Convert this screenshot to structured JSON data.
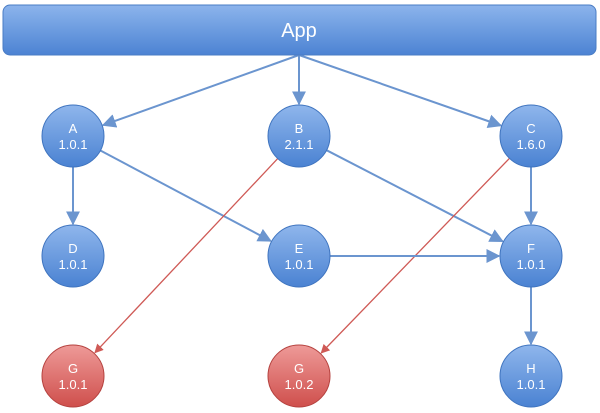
{
  "app": {
    "label": "App"
  },
  "nodes": [
    {
      "id": "A",
      "name": "A",
      "version": "1.0.1",
      "kind": "normal"
    },
    {
      "id": "B",
      "name": "B",
      "version": "2.1.1",
      "kind": "normal"
    },
    {
      "id": "C",
      "name": "C",
      "version": "1.6.0",
      "kind": "normal"
    },
    {
      "id": "D",
      "name": "D",
      "version": "1.0.1",
      "kind": "normal"
    },
    {
      "id": "E",
      "name": "E",
      "version": "1.0.1",
      "kind": "normal"
    },
    {
      "id": "F",
      "name": "F",
      "version": "1.0.1",
      "kind": "normal"
    },
    {
      "id": "G1",
      "name": "G",
      "version": "1.0.1",
      "kind": "conflict"
    },
    {
      "id": "G2",
      "name": "G",
      "version": "1.0.2",
      "kind": "conflict"
    },
    {
      "id": "H",
      "name": "H",
      "version": "1.0.1",
      "kind": "normal"
    }
  ],
  "edges": [
    {
      "from": "App",
      "to": "A",
      "kind": "normal"
    },
    {
      "from": "App",
      "to": "B",
      "kind": "normal"
    },
    {
      "from": "App",
      "to": "C",
      "kind": "normal"
    },
    {
      "from": "A",
      "to": "D",
      "kind": "normal"
    },
    {
      "from": "A",
      "to": "E",
      "kind": "normal"
    },
    {
      "from": "B",
      "to": "F",
      "kind": "normal"
    },
    {
      "from": "B",
      "to": "G1",
      "kind": "conflict"
    },
    {
      "from": "C",
      "to": "F",
      "kind": "normal"
    },
    {
      "from": "C",
      "to": "G2",
      "kind": "conflict"
    },
    {
      "from": "E",
      "to": "F",
      "kind": "normal"
    },
    {
      "from": "F",
      "to": "H",
      "kind": "normal"
    }
  ],
  "colors": {
    "node_fill_top": "#8fb6ec",
    "node_fill_bottom": "#4a82d2",
    "node_stroke": "#3f74bf",
    "conflict_fill_top": "#ee9a98",
    "conflict_fill_bottom": "#cf4f4c",
    "conflict_stroke": "#b5423f",
    "app_fill_top": "#8cb4ec",
    "app_fill_bottom": "#4c83d3",
    "edge_normal": "#6b95cf",
    "edge_conflict": "#cf5a56",
    "text": "#ffffff"
  }
}
